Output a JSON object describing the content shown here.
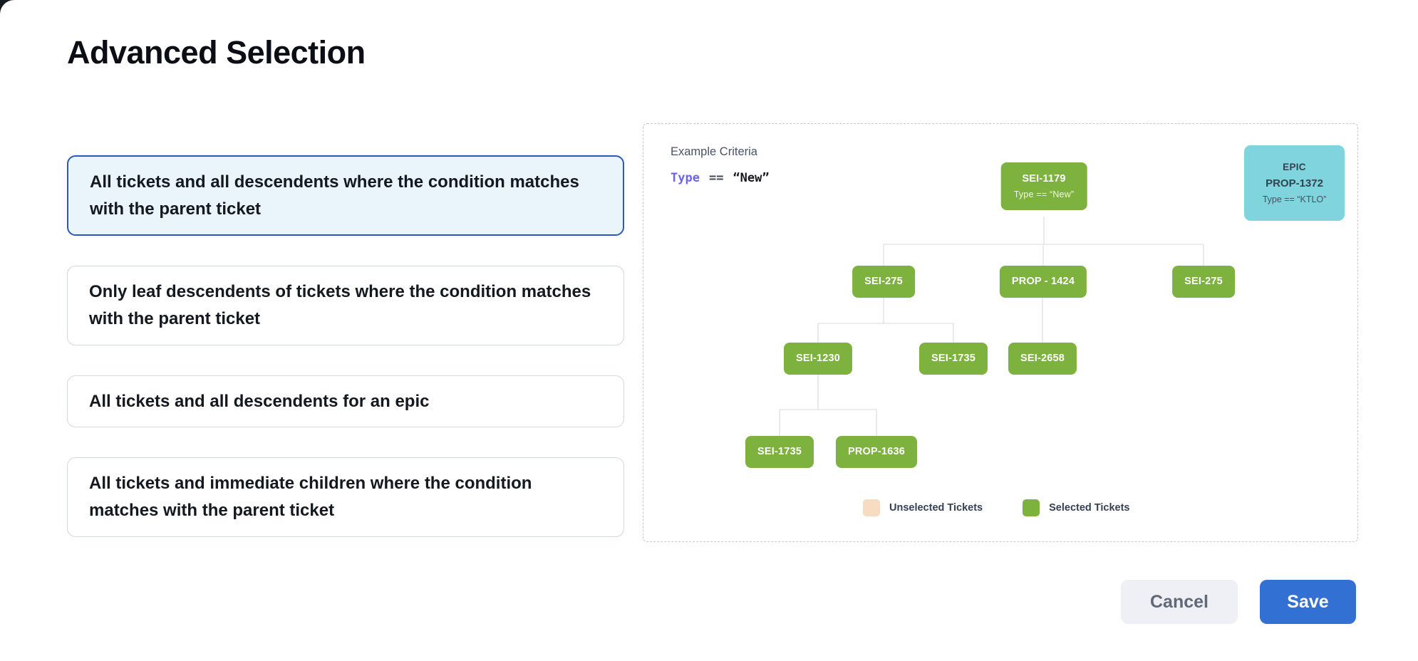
{
  "title": "Advanced Selection",
  "options": [
    {
      "label": "All tickets and all descendents where the condition matches with the parent ticket",
      "selected": true
    },
    {
      "label": "Only leaf descendents of tickets where the condition matches with the parent ticket",
      "selected": false
    },
    {
      "label": "All tickets and all descendents for an epic",
      "selected": false
    },
    {
      "label": "All tickets and immediate children where the condition matches with the parent ticket",
      "selected": false
    }
  ],
  "example": {
    "heading": "Example Criteria",
    "criteria": {
      "field": "Type",
      "operator": "==",
      "value": "“New”"
    },
    "epic_card": {
      "type_label": "EPIC",
      "id": "PROP-1372",
      "criteria": "Type == “KTLO”"
    },
    "tree": {
      "root": {
        "id": "SEI-1179",
        "criteria": "Type == “New”"
      },
      "nodes": [
        {
          "id": "SEI-275"
        },
        {
          "id": "PROP - 1424"
        },
        {
          "id": "SEI-275"
        },
        {
          "id": "SEI-1230"
        },
        {
          "id": "SEI-1735"
        },
        {
          "id": "SEI-2658"
        },
        {
          "id": "SEI-1735"
        },
        {
          "id": "PROP-1636"
        }
      ]
    },
    "legend": [
      {
        "label": "Unselected Tickets",
        "color": "#f8dcc2"
      },
      {
        "label": "Selected Tickets",
        "color": "#7db23f"
      }
    ]
  },
  "footer": {
    "cancel_label": "Cancel",
    "save_label": "Save"
  },
  "colors": {
    "selected_node": "#7db23f",
    "unselected_swatch": "#f8dcc2",
    "epic_card_bg": "#80d4de",
    "selected_option_border": "#2a59b8",
    "selected_option_bg": "#eaf4fb",
    "save_button_bg": "#3370d4",
    "criteria_field": "#6f63f2"
  }
}
